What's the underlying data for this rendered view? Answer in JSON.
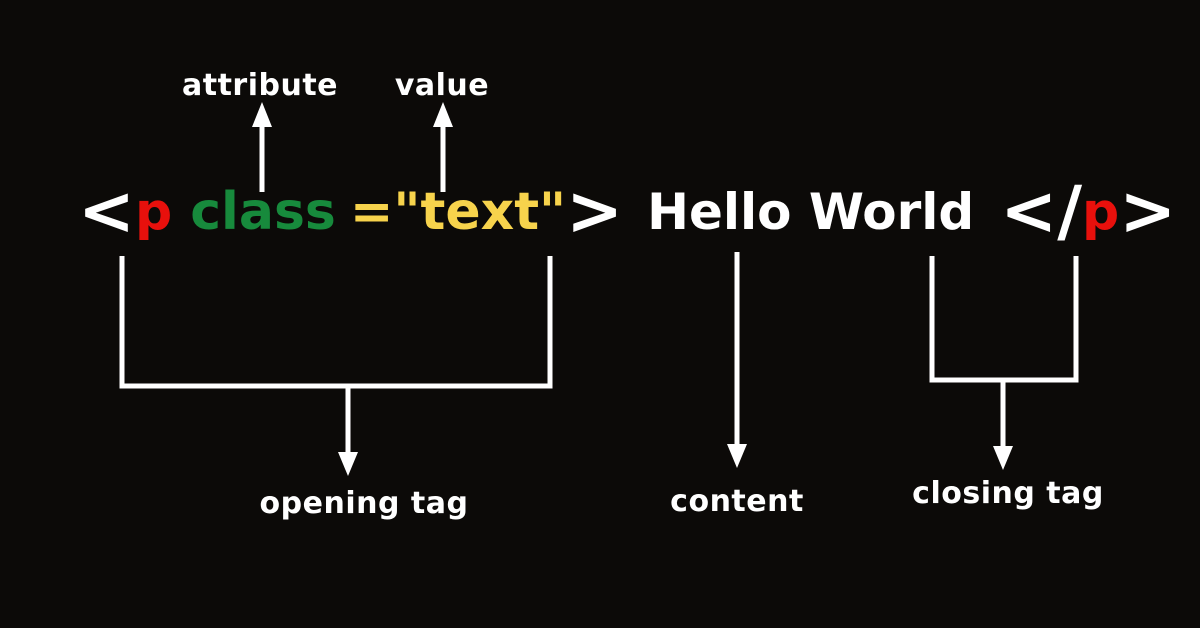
{
  "code": {
    "open_bracket": "<",
    "tag_name": "p",
    "attribute_name": "class",
    "attribute_value": "=\"text\"",
    "close_bracket": ">",
    "content": "Hello World",
    "closing_open": "</",
    "closing_tag_name": "p",
    "closing_close": ">"
  },
  "annotations": {
    "attribute_label": "attribute",
    "value_label": "value",
    "opening_tag_label": "opening tag",
    "content_label": "content",
    "closing_tag_label": "closing tag"
  },
  "colors": {
    "background": "#0c0a08",
    "bracket": "#ffffff",
    "tag_name": "#e8100c",
    "attribute_name": "#178a3c",
    "attribute_value": "#f7d34c",
    "content": "#ffffff",
    "annotation": "#ffffff",
    "arrows": "#ffffff"
  }
}
